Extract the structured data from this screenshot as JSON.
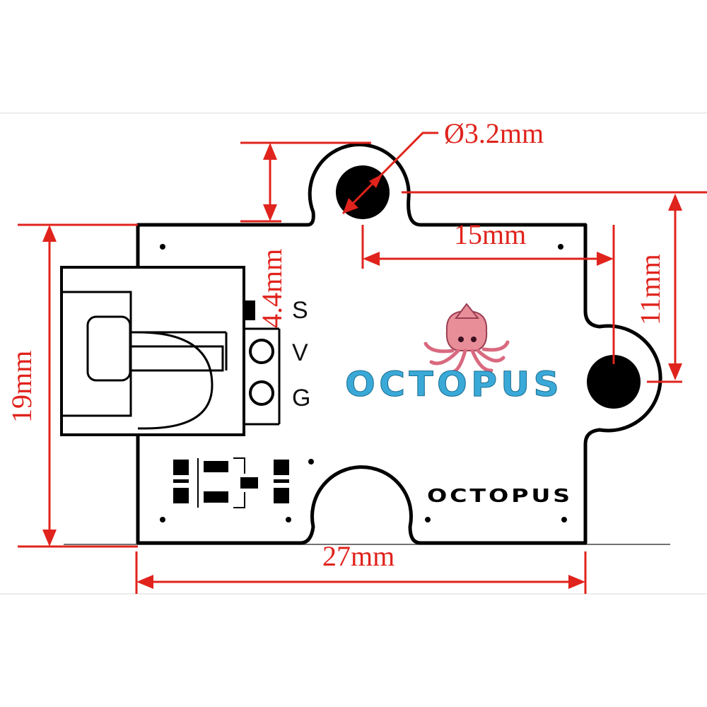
{
  "dimensions": {
    "hole_diameter": "Ø3.2mm",
    "tab_height": "4.4mm",
    "hole_spacing_x": "15mm",
    "hole_spacing_y": "11mm",
    "board_height": "19mm",
    "board_width": "27mm"
  },
  "pins": {
    "signal": "S",
    "voltage": "V",
    "ground": "G"
  },
  "logos": {
    "main": "OCTOPUS",
    "silkscreen": "OCTOPUS"
  },
  "colors": {
    "dimension": "#e0231c",
    "outline": "#000000",
    "logo_main": "#3aa9d8",
    "mascot": "#e88e99"
  }
}
